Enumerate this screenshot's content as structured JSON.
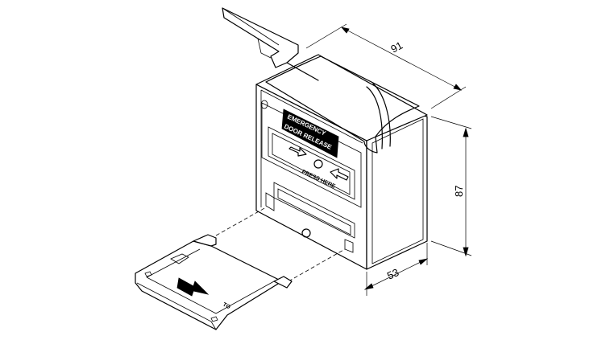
{
  "dimensions": {
    "width": "91",
    "height": "87",
    "depth": "53"
  },
  "unit_labels": {
    "label_line1": "EMERGENCY",
    "label_line2": "DOOR RELEASE",
    "press_here": "PRESS HERE",
    "cover_logo": "TO"
  },
  "icons": [
    "push-arrow-icon",
    "left-arrow-icon",
    "right-arrow-icon"
  ],
  "colors": {
    "line": "#000000",
    "background": "#ffffff"
  }
}
